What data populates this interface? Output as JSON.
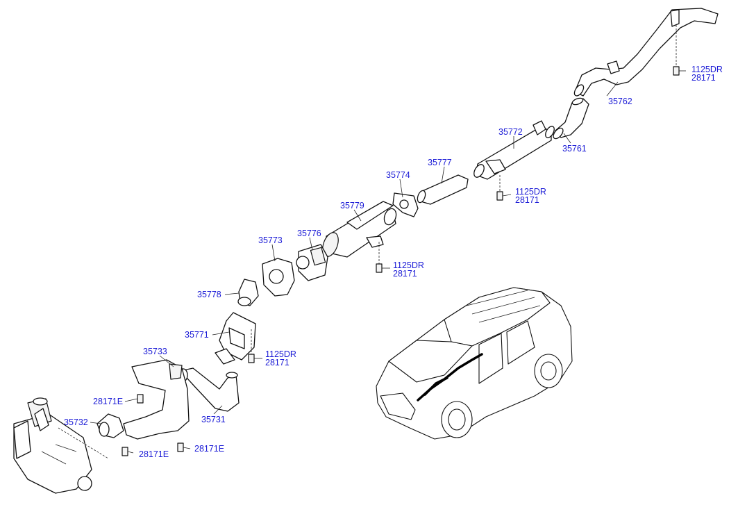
{
  "labels": {
    "p35762": "35762",
    "p35761": "35761",
    "p35772": "35772",
    "p35777": "35777",
    "p35774": "35774",
    "p35779": "35779",
    "p35776": "35776",
    "p35773": "35773",
    "p35778": "35778",
    "p35771": "35771",
    "p35733": "35733",
    "p35732": "35732",
    "p35731": "35731",
    "b1125DR_a": "1125DR",
    "b28171_a": "28171",
    "b1125DR_b": "1125DR",
    "b28171_b": "28171",
    "b1125DR_c": "1125DR",
    "b28171_c": "28171",
    "b1125DR_d": "1125DR",
    "b28171_d": "28171",
    "b28171E_a": "28171E",
    "b28171E_b": "28171E",
    "b28171E_c": "28171E"
  },
  "colors": {
    "label": "#1a1ad6",
    "line": "#111111",
    "background": "#ffffff"
  }
}
